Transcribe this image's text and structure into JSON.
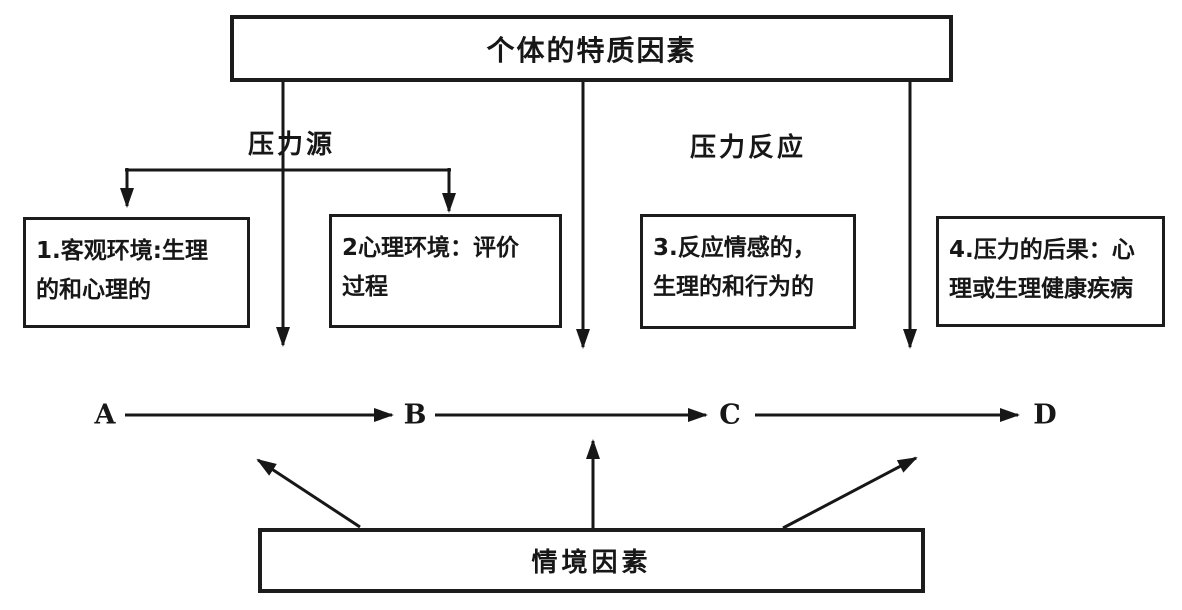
{
  "top_box": {
    "label": "个体的特质因素"
  },
  "flow_labels": {
    "stressors": "压力源",
    "stress_response": "压力反应"
  },
  "process_boxes": [
    {
      "label": "1.客观环境:生理\n的和心理的"
    },
    {
      "label": "2心理环境：评价\n过程"
    },
    {
      "label": "3.反应情感的，\n生理的和行为的"
    },
    {
      "label": "4.压力的后果：心\n理或生理健康疾病"
    }
  ],
  "sequence": {
    "a": "A",
    "b": "B",
    "c": "C",
    "d": "D"
  },
  "bottom_box": {
    "label": "情境因素"
  },
  "colors": {
    "ink": "#171717",
    "paper": "#ffffff"
  }
}
